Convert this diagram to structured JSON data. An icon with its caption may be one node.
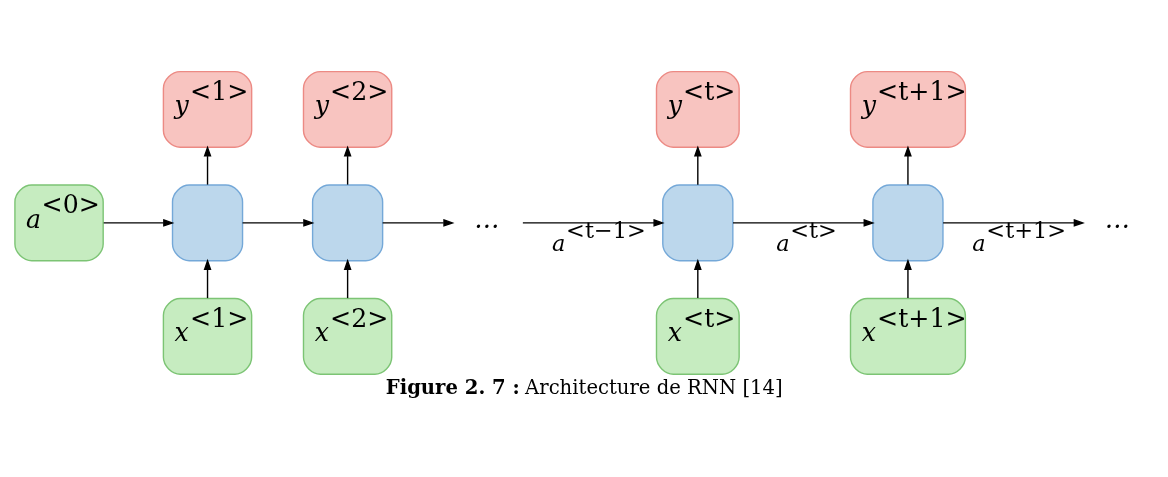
{
  "diagram": {
    "caption": "**Figure 2. 7 :** Architecture de RNN [14]",
    "nodes": [
      {
        "text": [
          "a$^{<0>}$"
        ]
      },
      {
        "text": [],
        "shape": "box"
      },
      {
        "text": [],
        "shape": "box"
      },
      {
        "text": [
          "…"
        ]
      },
      {
        "text": [],
        "shape": "box"
      },
      {
        "text": [],
        "shape": "box"
      },
      {
        "text": [
          "…"
        ]
      },
      {
        "text": [
          "y$^{<1>}$"
        ]
      },
      {
        "text": [
          "y$^{<2>}$"
        ]
      },
      {
        "text": [
          "y$^{<t>}$"
        ]
      },
      {
        "text": [
          "y$^{<t+1>}$"
        ]
      },
      {
        "text": [
          "x$^{<1>}$"
        ]
      },
      {
        "text": [
          "x$^{<2>}$"
        ]
      },
      {
        "text": [
          "x$^{<t>}$"
        ]
      },
      {
        "text": [
          "x$^{<t+1>}$"
        ]
      }
    ],
    "edges": [
      {
        "from": 0,
        "to": 1,
        "arrow": "to"
      },
      {
        "from": 1,
        "to": 2,
        "arrow": "to"
      },
      {
        "from": 2,
        "to": 3,
        "arrow": "to"
      },
      {
        "from": 3,
        "to": 4,
        "arrow": "to",
        "label": "a$^{<t−1>}$"
      },
      {
        "from": 4,
        "to": 5,
        "arrow": "to",
        "label": "a$^{<t>}$"
      },
      {
        "from": 5,
        "to": 6,
        "arrow": "to",
        "label": "a$^{<t+1>}$"
      },
      {
        "from": 11,
        "to": 1,
        "arrow": "to"
      },
      {
        "from": 12,
        "to": 2,
        "arrow": "to"
      },
      {
        "from": 13,
        "to": 4,
        "arrow": "to"
      },
      {
        "from": 14,
        "to": 5,
        "arrow": "to"
      },
      {
        "from": 1,
        "to": 7,
        "arrow": "to"
      },
      {
        "from": 2,
        "to": 8,
        "arrow": "to"
      },
      {
        "from": 4,
        "to": 9,
        "arrow": "to"
      },
      {
        "from": 5,
        "to": 10,
        "arrow": "to"
      }
    ]
  }
}
